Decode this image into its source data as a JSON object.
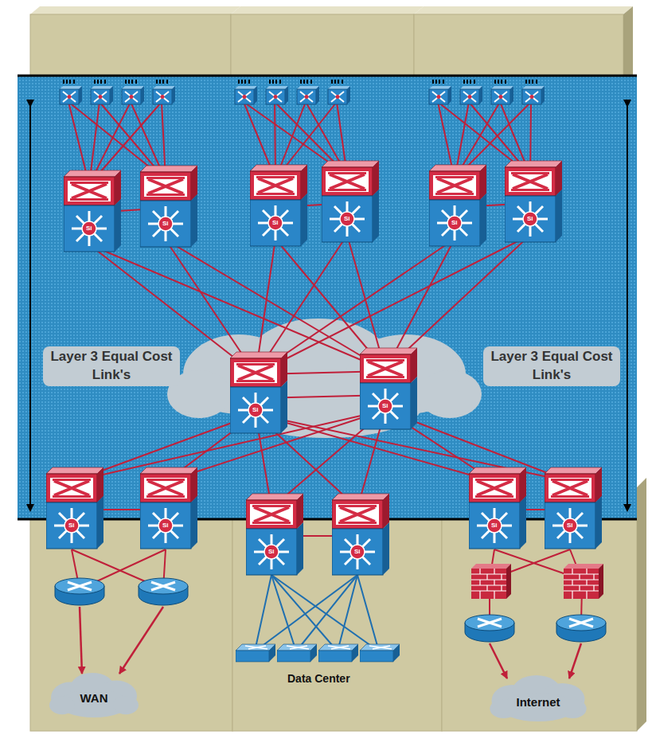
{
  "diagram": {
    "nodes": [
      {
        "text": [
          "WAN"
        ]
      },
      {
        "text": [
          "Internet"
        ]
      }
    ],
    "labels": [
      "Layer 3 Equal Cost Link's",
      "Layer 3 Equal Cost Link's",
      "Data Center",
      "Si",
      "Si",
      "Si",
      "Si",
      "Si",
      "Si",
      "Si",
      "Si",
      "Si",
      "Si",
      "Si",
      "Si",
      "Si",
      "Si"
    ]
  }
}
